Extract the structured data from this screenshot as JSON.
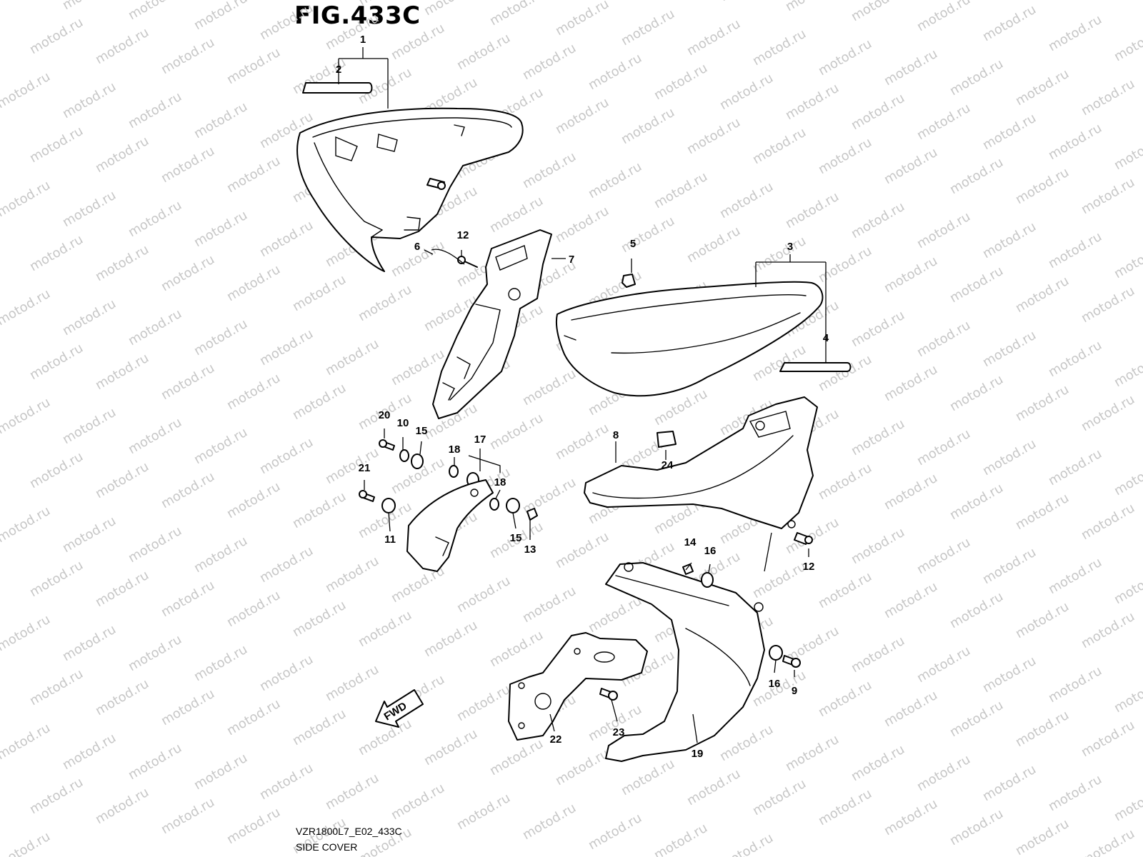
{
  "figure": {
    "title": "FIG.433C",
    "code": "VZR1800L7_E02_433C",
    "caption": "SIDE COVER",
    "fwd_label": "FWD",
    "watermark": "motod.ru"
  },
  "callouts": [
    {
      "id": "c1",
      "label": "1"
    },
    {
      "id": "c2",
      "label": "2"
    },
    {
      "id": "c3",
      "label": "3"
    },
    {
      "id": "c4",
      "label": "4"
    },
    {
      "id": "c5",
      "label": "5"
    },
    {
      "id": "c6",
      "label": "6"
    },
    {
      "id": "c7",
      "label": "7"
    },
    {
      "id": "c8",
      "label": "8"
    },
    {
      "id": "c9",
      "label": "9"
    },
    {
      "id": "c10",
      "label": "10"
    },
    {
      "id": "c11",
      "label": "11"
    },
    {
      "id": "c12a",
      "label": "12"
    },
    {
      "id": "c12b",
      "label": "12"
    },
    {
      "id": "c13",
      "label": "13"
    },
    {
      "id": "c14",
      "label": "14"
    },
    {
      "id": "c15a",
      "label": "15"
    },
    {
      "id": "c15b",
      "label": "15"
    },
    {
      "id": "c16a",
      "label": "16"
    },
    {
      "id": "c16b",
      "label": "16"
    },
    {
      "id": "c17",
      "label": "17"
    },
    {
      "id": "c18a",
      "label": "18"
    },
    {
      "id": "c18b",
      "label": "18"
    },
    {
      "id": "c19",
      "label": "19"
    },
    {
      "id": "c20",
      "label": "20"
    },
    {
      "id": "c21",
      "label": "21"
    },
    {
      "id": "c22",
      "label": "22"
    },
    {
      "id": "c23",
      "label": "23"
    },
    {
      "id": "c24",
      "label": "24"
    }
  ]
}
